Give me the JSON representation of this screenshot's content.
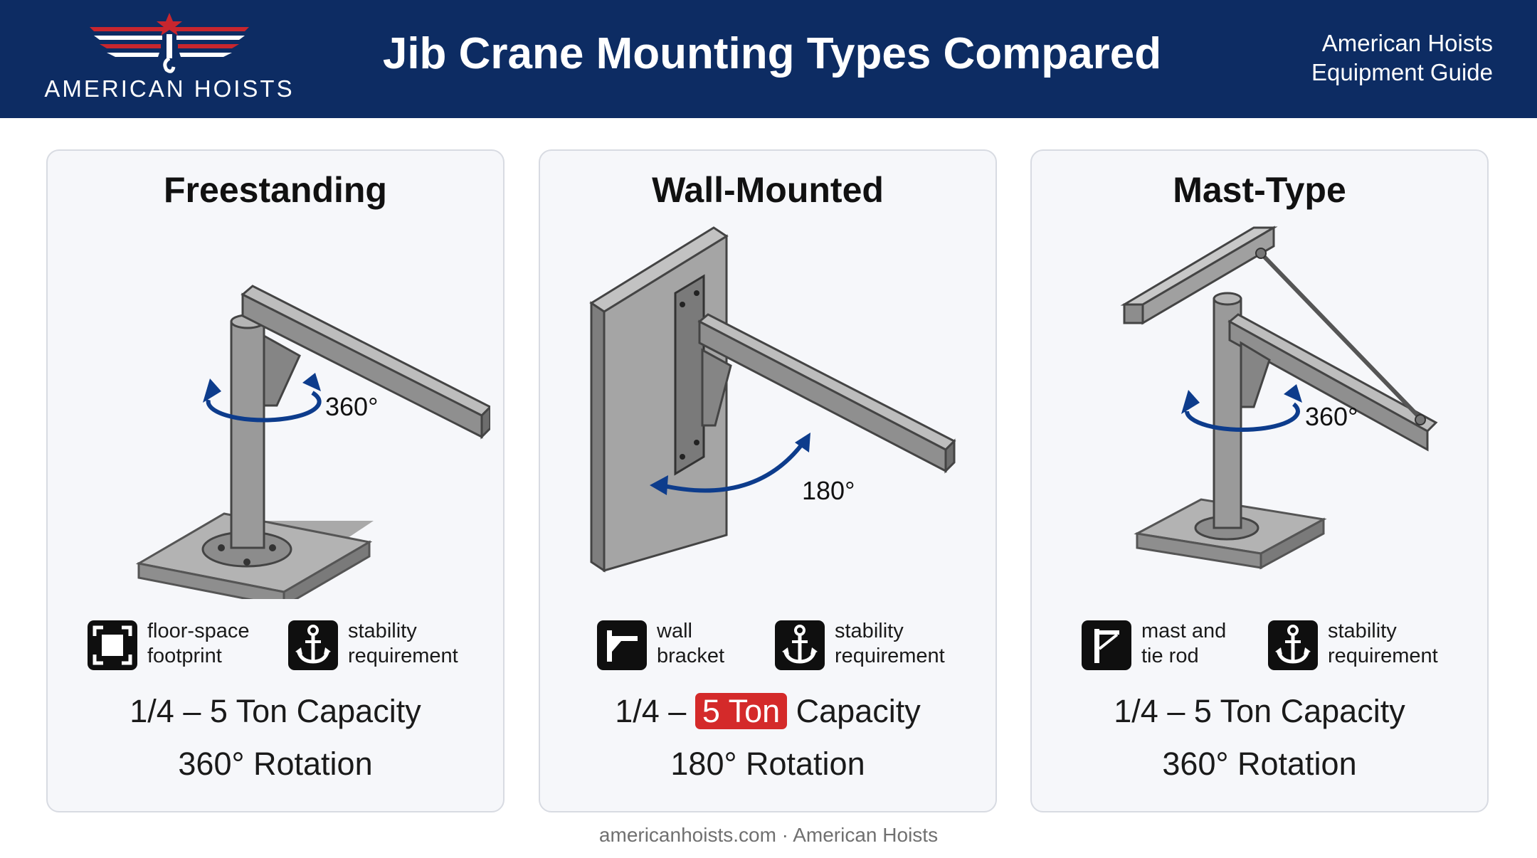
{
  "header": {
    "logo_text": "AMERICAN HOISTS",
    "title": "Jib Crane Mounting Types Compared",
    "guide_line1": "American Hoists",
    "guide_line2": "Equipment Guide"
  },
  "colors": {
    "header_bg": "#0d2c63",
    "rotation_arrow": "#0d3c8c",
    "highlight": "#d42a2a",
    "logo_red": "#c8262e"
  },
  "panels": [
    {
      "title": "Freestanding",
      "rotation_label": "360°",
      "features": [
        {
          "icon": "floor-space-icon",
          "line1": "floor-space",
          "line2": "footprint"
        },
        {
          "icon": "anchor-icon",
          "line1": "stability",
          "line2": "requirement"
        }
      ],
      "capacity": "1/4 – 5 Ton Capacity",
      "rotation": "360° Rotation"
    },
    {
      "title": "Wall-Mounted",
      "rotation_label": "180°",
      "features": [
        {
          "icon": "wall-bracket-icon",
          "line1": "wall",
          "line2": "bracket"
        },
        {
          "icon": "anchor-icon",
          "line1": "stability",
          "line2": "requirement"
        }
      ],
      "capacity_prefix": "1/4 –",
      "capacity_highlight": "5 Ton",
      "capacity_suffix": "Capacity",
      "rotation": "180° Rotation"
    },
    {
      "title": "Mast-Type",
      "rotation_label": "360°",
      "features": [
        {
          "icon": "mast-tie-rod-icon",
          "line1": "mast and",
          "line2": "tie rod"
        },
        {
          "icon": "anchor-icon",
          "line1": "stability",
          "line2": "requirement"
        }
      ],
      "capacity": "1/4 – 5 Ton Capacity",
      "rotation": "360° Rotation"
    }
  ],
  "footer": "americanhoists.com · American Hoists"
}
